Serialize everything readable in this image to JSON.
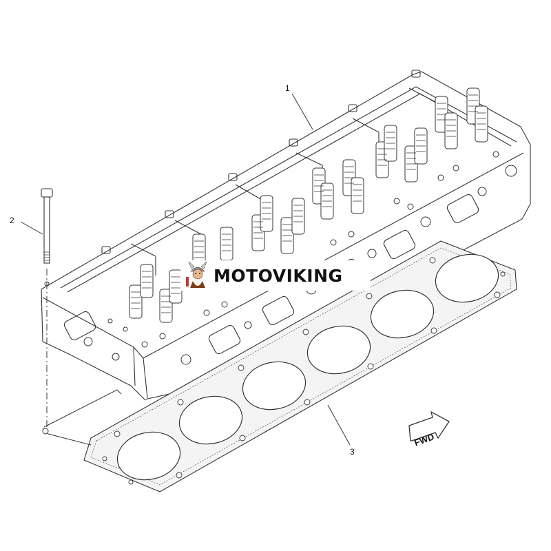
{
  "callouts": {
    "part1": "1",
    "part2": "2",
    "part3": "3"
  },
  "direction_arrow": {
    "label": "FWD"
  },
  "watermark": {
    "text": "MOTOVIKING",
    "icon": "viking-mascot-icon",
    "accent_color": "#c0392b"
  },
  "colors": {
    "line": "#333333",
    "background": "#ffffff"
  }
}
